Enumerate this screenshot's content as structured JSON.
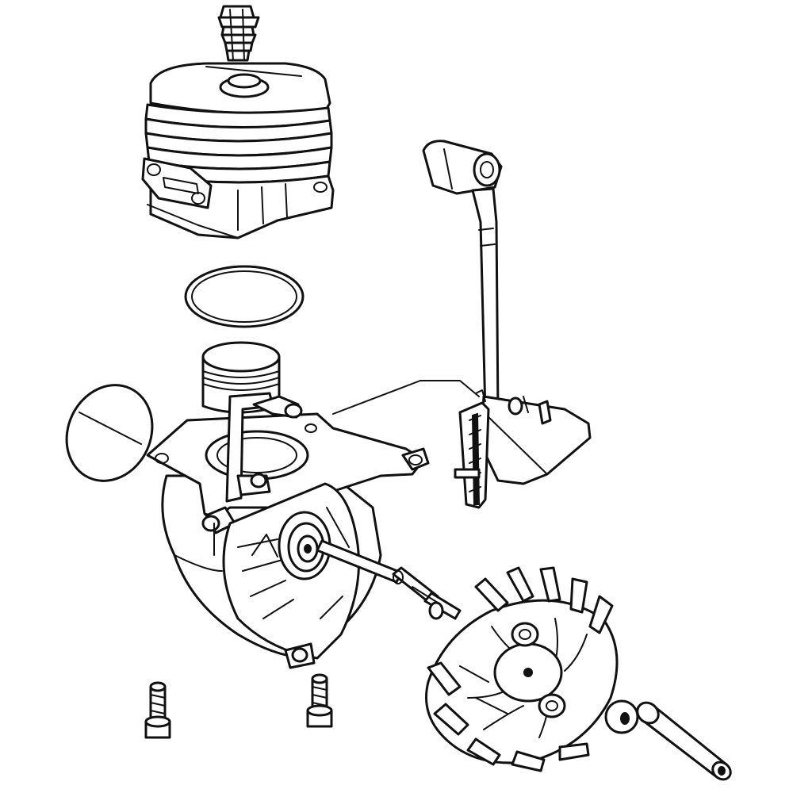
{
  "diagram": {
    "type": "exploded-parts-view",
    "subject": "engine-assembly",
    "colors": {
      "line": "#111111",
      "background": "#ffffff"
    },
    "parts": [
      "spark-plug",
      "cylinder",
      "cylinder-gasket",
      "piston",
      "crankcase-gasket",
      "crankcase",
      "crankshaft",
      "ignition-module",
      "flywheel",
      "washer",
      "pin",
      "mounting-screw",
      "mounting-screw"
    ]
  }
}
